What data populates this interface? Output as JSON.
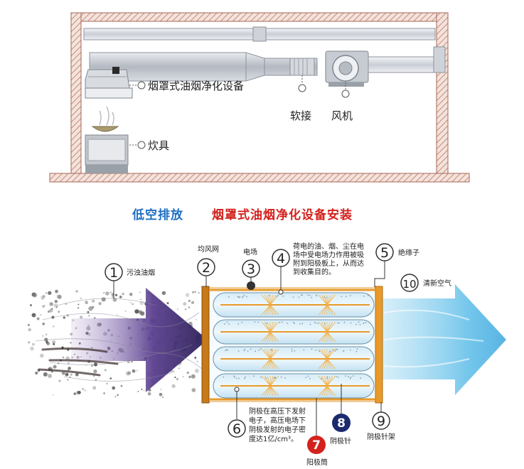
{
  "top": {
    "labels": {
      "hood": "烟罩式油烟净化设备",
      "stove": "炊具",
      "soft_joint": "软接",
      "fan": "风机"
    }
  },
  "title": {
    "part1": "低空排放",
    "part2": "烟罩式油烟净化设备安装"
  },
  "bottom": {
    "callouts": [
      {
        "num": "1",
        "text": "污浊油烟"
      },
      {
        "num": "2",
        "text": "均风网"
      },
      {
        "num": "3",
        "text": "电场"
      },
      {
        "num": "4",
        "text_lines": [
          "荷电的油、烟、尘在电",
          "场中受电场力作用被吸",
          "附到阳极板上，从而达",
          "到收集目的。"
        ]
      },
      {
        "num": "5",
        "text": "绝缘子"
      },
      {
        "num": "6",
        "text_lines": [
          "阴极在高压下发射",
          "电子，高压电场下",
          "阴极发射的电子密",
          "度达1亿/cm³。"
        ]
      },
      {
        "num": "7",
        "text": "阳极筒"
      },
      {
        "num": "8",
        "text": "阴极针"
      },
      {
        "num": "9",
        "text": "阴极针架"
      },
      {
        "num": "10",
        "text": "清新空气"
      }
    ]
  },
  "colors": {
    "title_blue": "#1e6fc4",
    "title_red": "#d3221d",
    "duct": "#b8bcc4",
    "wall_hatch": "#c98a78",
    "electrode_frame": "#e89a2a",
    "callout7": "#d3221d",
    "callout8": "#1c2a6e",
    "clean_air": "#4fb8e8",
    "dirty_arrow": "#3a2a6e"
  }
}
